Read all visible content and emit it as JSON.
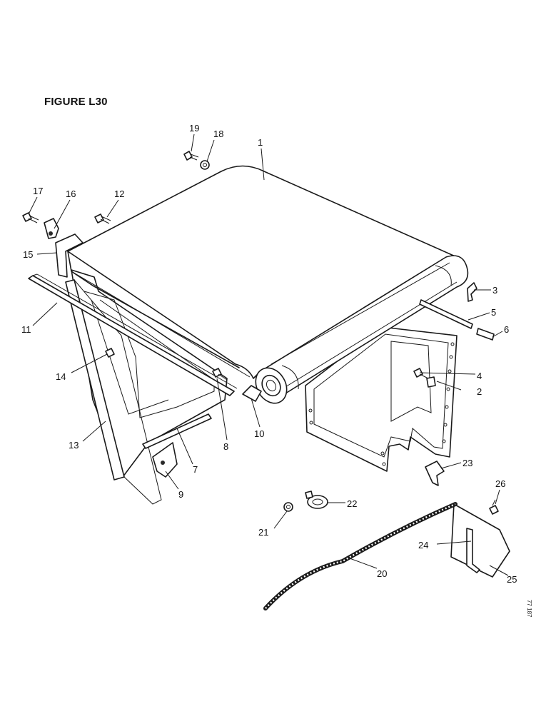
{
  "figure": {
    "title": "FIGURE L30",
    "ref_code": "77 187"
  },
  "callouts": [
    {
      "id": "c1",
      "text": "1"
    },
    {
      "id": "c2",
      "text": "2"
    },
    {
      "id": "c3",
      "text": "3"
    },
    {
      "id": "c4",
      "text": "4"
    },
    {
      "id": "c5",
      "text": "5"
    },
    {
      "id": "c6",
      "text": "6"
    },
    {
      "id": "c7",
      "text": "7"
    },
    {
      "id": "c8",
      "text": "8"
    },
    {
      "id": "c9",
      "text": "9"
    },
    {
      "id": "c10",
      "text": "10"
    },
    {
      "id": "c11",
      "text": "11"
    },
    {
      "id": "c12",
      "text": "12"
    },
    {
      "id": "c13",
      "text": "13"
    },
    {
      "id": "c14",
      "text": "14"
    },
    {
      "id": "c15",
      "text": "15"
    },
    {
      "id": "c16",
      "text": "16"
    },
    {
      "id": "c17",
      "text": "17"
    },
    {
      "id": "c18",
      "text": "18"
    },
    {
      "id": "c19",
      "text": "19"
    },
    {
      "id": "c20",
      "text": "20"
    },
    {
      "id": "c21",
      "text": "21"
    },
    {
      "id": "c22",
      "text": "22"
    },
    {
      "id": "c23",
      "text": "23"
    },
    {
      "id": "c24",
      "text": "24"
    },
    {
      "id": "c25",
      "text": "25"
    },
    {
      "id": "c26",
      "text": "26"
    }
  ]
}
